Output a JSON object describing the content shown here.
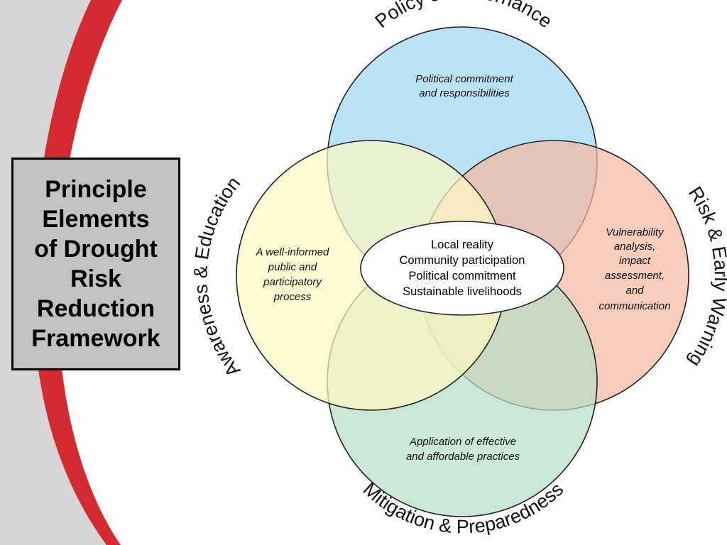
{
  "title_lines": [
    "Principle",
    "Elements",
    "of Drought",
    "Risk",
    "Reduction",
    "Framework"
  ],
  "elements": {
    "policy": {
      "label": "Policy & Governance",
      "description": [
        "Political commitment",
        "and responsibilities"
      ],
      "color": "#a8d8f2"
    },
    "risk": {
      "label": "Risk & Early Warning",
      "description": [
        "Vulnerability",
        "analysis,",
        "impact",
        "assessment,",
        "and",
        "communication"
      ],
      "color": "#f4b8a2"
    },
    "mitigation": {
      "label": "Mitigation & Preparedness",
      "description": [
        "Application of effective",
        "and affordable practices"
      ],
      "color": "#b6dcc4"
    },
    "awareness": {
      "label": "Awareness & Education",
      "description": [
        "A well-informed",
        "public and",
        "participatory",
        "process"
      ],
      "color": "#fcf7c2"
    }
  },
  "center": [
    "Local reality",
    "Community participation",
    "Political commitment",
    "Sustainable livelihoods"
  ],
  "colors": {
    "title_box": "#c2c2c2",
    "side_panel": "#d6d6d6",
    "accent_red": "#d42a30"
  }
}
